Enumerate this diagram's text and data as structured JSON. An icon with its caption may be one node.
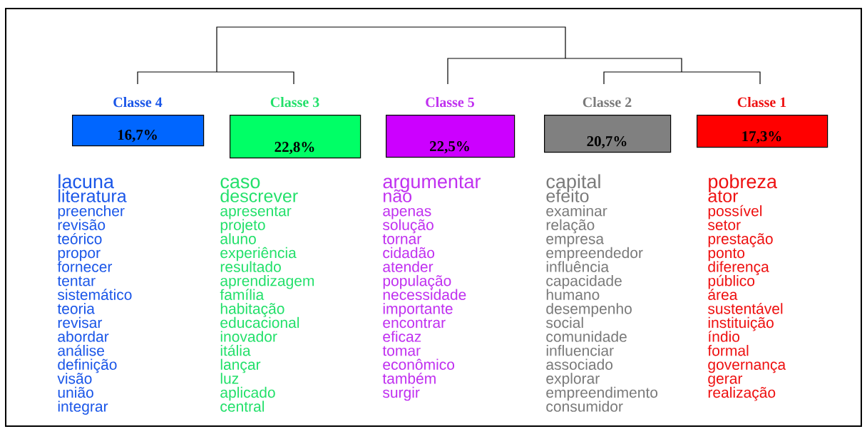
{
  "diagram": {
    "nodes": [
      {
        "text": [
          "Classe 4",
          "16,7%"
        ],
        "beside": [
          "lacuna",
          "literatura",
          "preencher",
          "revisão",
          "teórico",
          "propor",
          "fornecer",
          "tentar",
          "sistemático",
          "teoria",
          "revisar",
          "abordar",
          "análise",
          "definição",
          "visão",
          "união",
          "integrar"
        ]
      },
      {
        "text": [
          "Classe 3",
          "22,8%"
        ],
        "beside": [
          "caso",
          "descrever",
          "apresentar",
          "projeto",
          "aluno",
          "experiência",
          "resultado",
          "aprendizagem",
          "família",
          "habitação",
          "educacional",
          "inovador",
          "itália",
          "lançar",
          "luz",
          "aplicado",
          "central"
        ]
      },
      {
        "text": [
          "Classe 5",
          "22,5%"
        ],
        "beside": [
          "argumentar",
          "não",
          "apenas",
          "solução",
          "tornar",
          "cidadão",
          "atender",
          "população",
          "necessidade",
          "importante",
          "encontrar",
          "eficaz",
          "tomar",
          "econômico",
          "também",
          "surgir"
        ]
      },
      {
        "text": [
          "Classe 2",
          "20,7%"
        ],
        "beside": [
          "capital",
          "efeito",
          "examinar",
          "relação",
          "empresa",
          "empreendedor",
          "influência",
          "capacidade",
          "humano",
          "desempenho",
          "social",
          "comunidade",
          "influenciar",
          "associado",
          "explorar",
          "empreendimento",
          "consumidor"
        ]
      },
      {
        "text": [
          "Classe 1",
          "17,3%"
        ],
        "beside": [
          "pobreza",
          "ator",
          "possível",
          "setor",
          "prestação",
          "ponto",
          "diferença",
          "público",
          "área",
          "sustentável",
          "instituição",
          "índio",
          "formal",
          "governança",
          "gerar",
          "realização"
        ]
      }
    ]
  }
}
